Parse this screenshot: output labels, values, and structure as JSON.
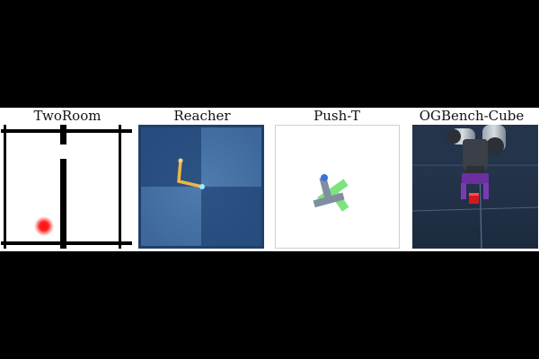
{
  "panels": [
    {
      "label": "TwoRoom"
    },
    {
      "label": "Reacher"
    },
    {
      "label": "Push-T"
    },
    {
      "label": "OGBench-Cube"
    }
  ]
}
